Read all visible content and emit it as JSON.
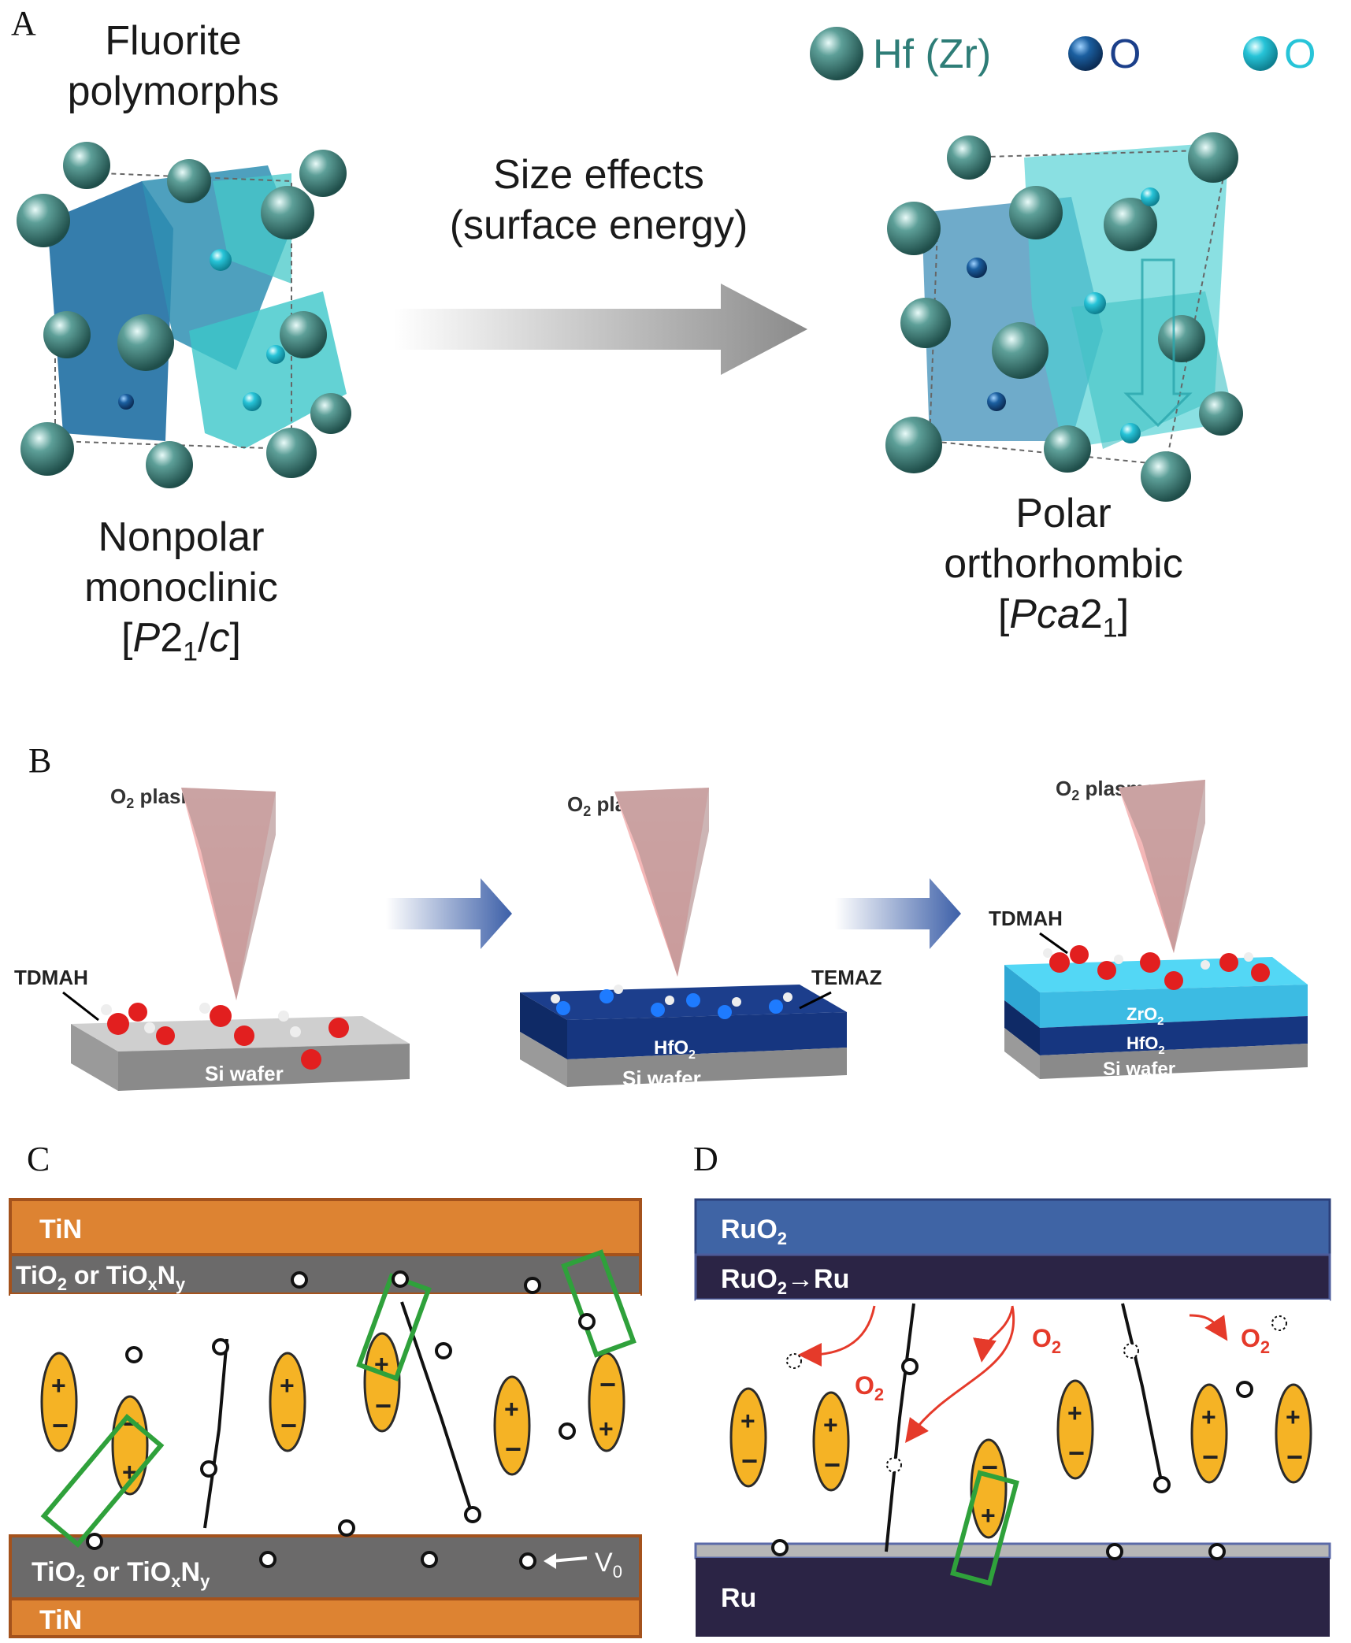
{
  "panel_a": {
    "letter": "A",
    "left_title": [
      "Fluorite",
      "polymorphs"
    ],
    "arrow_text": [
      "Size effects",
      "(surface energy)"
    ],
    "left_caption": [
      "Nonpolar",
      "monoclinic"
    ],
    "left_space_group": {
      "open": "[",
      "p": "P",
      "two": "2",
      "sub": "1",
      "rest": "/",
      "c": "c",
      "close": "]"
    },
    "right_caption": [
      "Polar",
      "orthorhombic"
    ],
    "right_space_group": {
      "open": "[",
      "pca": "Pca",
      "two": "2",
      "sub": "1",
      "close": "]"
    },
    "legend": [
      {
        "label": "Hf (Zr)",
        "color": "#2e7d77"
      },
      {
        "label": "O",
        "color": "#1b5fa0"
      },
      {
        "label": "O",
        "color": "#27c4d8"
      }
    ]
  },
  "panel_b": {
    "letter": "B",
    "steps": [
      {
        "plasma": "O",
        "plasma_sub": "2",
        "plasma_rest": " plasma",
        "precursor": "TDMAH",
        "layers": [
          "Si wafer"
        ]
      },
      {
        "plasma": "O",
        "plasma_sub": "2",
        "plasma_rest": " plasma",
        "precursor": "TEMAZ",
        "layers": [
          "HfO",
          "Si wafer"
        ]
      },
      {
        "plasma": "O",
        "plasma_sub": "2",
        "plasma_rest": " plasma",
        "precursor": "TDMAH",
        "layers": [
          "ZrO",
          "HfO",
          "Si wafer"
        ]
      }
    ],
    "subscript_2": "2"
  },
  "panel_c": {
    "letter": "C",
    "top_electrode": "TiN",
    "top_interlayer": "TiO",
    "top_interlayer_rest": " or TiO",
    "x": "x",
    "N": "N",
    "y": "y",
    "bottom_interlayer": "TiO",
    "bottom_electrode": "TiN",
    "vacancy_label": "V",
    "vacancy_sub": "0",
    "plus": "+",
    "minus": "−",
    "colors": {
      "electrode": "#dd8332",
      "interlayer": "#6b6a6a",
      "domain": "#f5b325",
      "box": "#2fa13b"
    }
  },
  "panel_d": {
    "letter": "D",
    "top_electrode": "RuO",
    "reduced_layer": "RuO",
    "reduced_layer_rest": "→Ru",
    "bottom_electrode": "Ru",
    "o2_labels": [
      "O",
      "O",
      "O"
    ],
    "o2_sub": "2",
    "plus": "+",
    "minus": "−",
    "colors": {
      "top": "#3f64a5",
      "dark": "#2b2445",
      "arrow": "#e53a2a"
    }
  }
}
